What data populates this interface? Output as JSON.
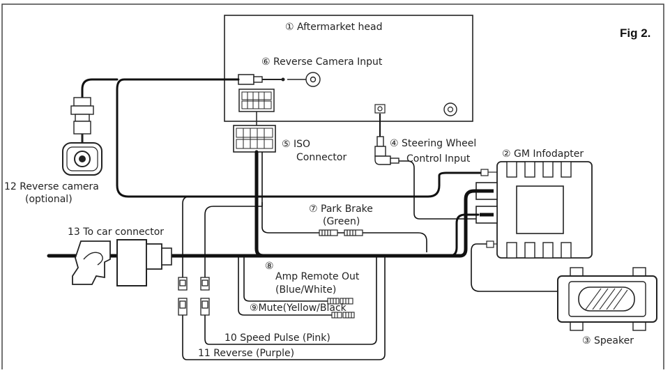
{
  "figure_label": "Fig 2.",
  "labels": {
    "head_unit": "① Aftermarket head",
    "reverse_camera_input": "⑥ Reverse Camera Input",
    "iso_connector_line1": "⑤ ISO",
    "iso_connector_line2": "Connector",
    "steering_line1": "④ Steering Wheel",
    "steering_line2": "Control Input",
    "infodapter": "② GM Infodapter",
    "speaker": "③ Speaker",
    "reverse_camera_line1": "12  Reverse camera",
    "reverse_camera_line2": "(optional)",
    "car_connector": "13 To car connector",
    "park_brake_line1": "⑦ Park Brake",
    "park_brake_line2": "(Green)",
    "amp_line1": "⑧",
    "amp_line2": "Amp Remote Out",
    "amp_line3": "(Blue/White)",
    "mute": "⑨Mute(Yellow/Black",
    "speed_pulse": "10 Speed Pulse (Pink)",
    "reverse_wire": "11  Reverse (Purple)"
  }
}
